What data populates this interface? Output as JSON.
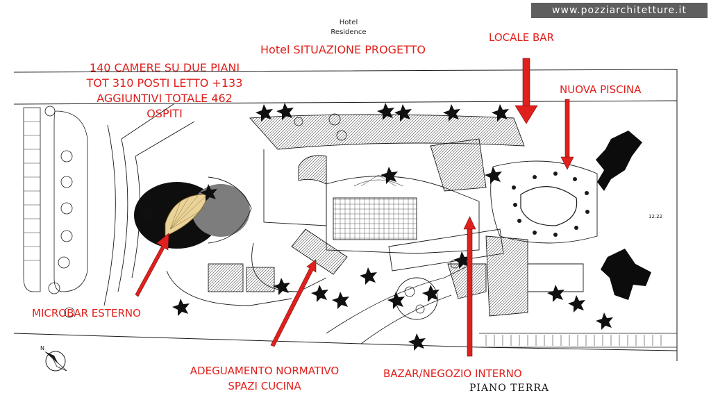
{
  "header": {
    "brand": "www.pozziarchitetture.it",
    "hotel_line1": "Hotel",
    "hotel_line2": "Residence",
    "title": "Hotel SITUAZIONE PROGETTO"
  },
  "callouts": {
    "rooms": [
      "140 CAMERE SU DUE PIANI",
      "TOT 310 POSTI LETTO +133",
      "AGGIUNTIVI TOTALE 462",
      "OSPITI"
    ],
    "bar": "LOCALE BAR",
    "pool": "NUOVA PISCINA",
    "microbar": "MICROBAR ESTERNO",
    "kitchen": [
      "ADEGUAMENTO NORMATIVO",
      "SPAZI CUCINA"
    ],
    "bazar": "BAZAR/NEGOZIO INTERNO"
  },
  "plan": {
    "floor_label": "PIANO TERRA",
    "elevation": "12.22",
    "north": "N"
  },
  "colors": {
    "annotation": "#e0201c",
    "brand_bg": "#5e5e5e",
    "line": "#1a1a1a"
  }
}
